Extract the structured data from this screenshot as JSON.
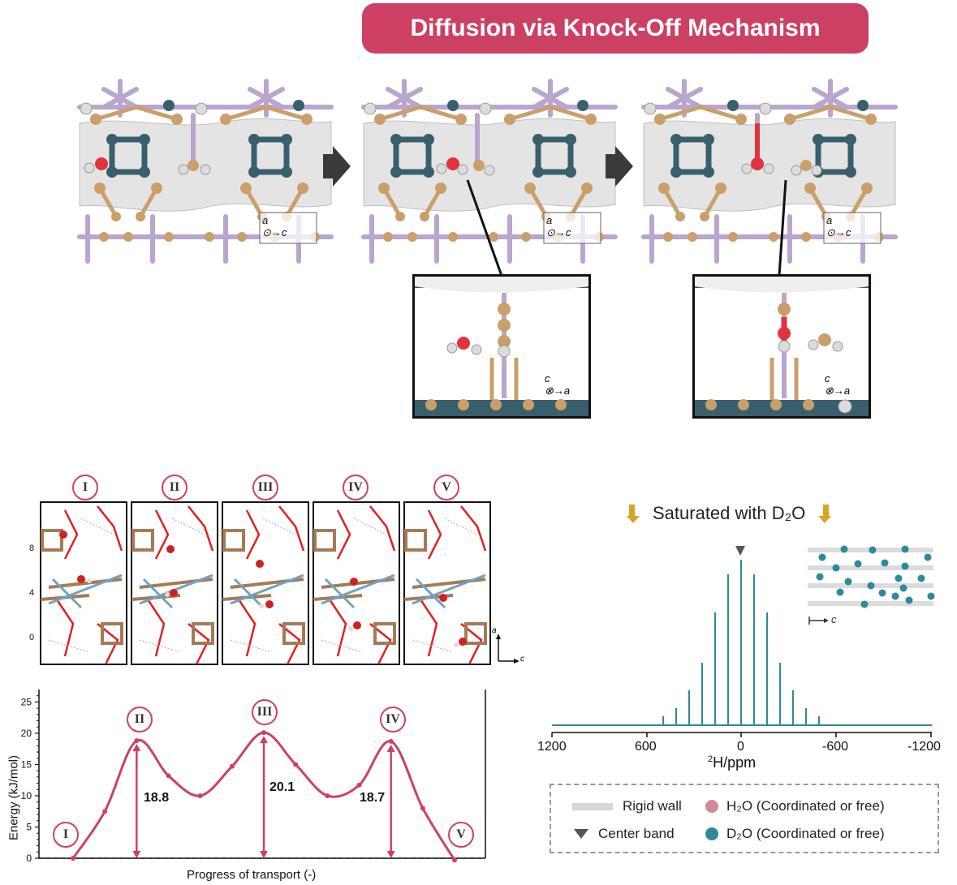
{
  "banner": {
    "title": "Diffusion via Knock-Off Mechanism"
  },
  "axes_labels": {
    "a": "a",
    "c": "c"
  },
  "states": [
    "I",
    "II",
    "III",
    "IV",
    "V"
  ],
  "snapshot_axis": {
    "ticks": [
      "8",
      "4",
      "0"
    ],
    "a": "a",
    "c": "c"
  },
  "energy_plot": {
    "ylabel": "Energy (kJ/mol)",
    "xlabel": "Progress of transport (-)",
    "yticks": [
      "25",
      "20",
      "15",
      "10",
      "5",
      "0"
    ],
    "barriers": [
      "18.8",
      "20.1",
      "18.7"
    ]
  },
  "nmr": {
    "saturated": "Saturated with D₂O",
    "xlabel_sup": "2",
    "xlabel": "H/ppm",
    "xticks": [
      "1200",
      "600",
      "0",
      "-600",
      "-1200"
    ],
    "inset_axis": "c"
  },
  "legend": {
    "rigid_wall": "Rigid wall",
    "h2o": "H₂O (Coordinated or free)",
    "center_band": "Center band",
    "d2o": "D₂O (Coordinated or free)"
  },
  "colors": {
    "accent": "#cc4163",
    "teal": "#2e8a99",
    "gold": "#d9a520"
  },
  "chart_data": {
    "type": "line",
    "title": "",
    "xlabel": "Progress of transport (-)",
    "ylabel": "Energy (kJ/mol)",
    "ylim": [
      0,
      27
    ],
    "series": [
      {
        "values": [
          0,
          7.5,
          18.8,
          13.2,
          10.0,
          14.7,
          20.1,
          15.0,
          10.0,
          11.7,
          18.7,
          8.0,
          -0.3
        ]
      }
    ],
    "state_points": {
      "I": 0,
      "II": 18.8,
      "III": 20.1,
      "IV": 18.7,
      "V": -0.3
    },
    "barrier_labels": [
      "18.8",
      "20.1",
      "18.7"
    ],
    "grid": false
  }
}
